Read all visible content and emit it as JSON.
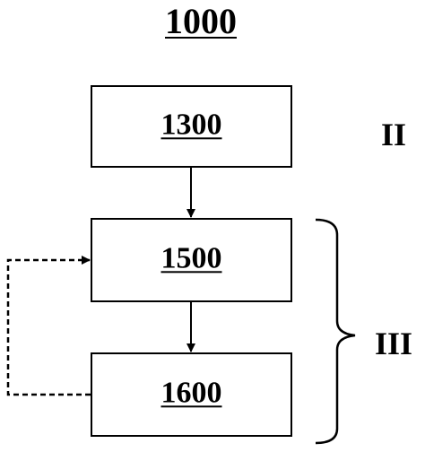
{
  "figure_number": "1000",
  "boxes": {
    "b1300": "1300",
    "b1500": "1500",
    "b1600": "1600"
  },
  "group_labels": {
    "upper": "II",
    "lower": "III"
  }
}
